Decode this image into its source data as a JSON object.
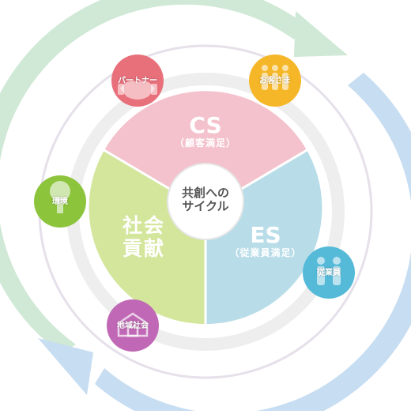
{
  "center": {
    "line1": "共創への",
    "line2": "サイクル"
  },
  "segments": {
    "cs": {
      "title": "CS",
      "subtitle": "（顧客満足）",
      "color": "#f4c2cc"
    },
    "es": {
      "title": "ES",
      "subtitle": "（従業員満足）",
      "color": "#b9dde8"
    },
    "social": {
      "line1": "社会",
      "line2": "貢献",
      "color": "#d3e69c"
    }
  },
  "nodes": {
    "partner": {
      "label": "パートナー",
      "color": "#e8707b",
      "icon": "handshake-icon"
    },
    "customers": {
      "label": "お客さま",
      "color": "#f5b728",
      "icon": "people-icon"
    },
    "employees": {
      "label": "従業員",
      "color": "#55b9d8",
      "icon": "people-icon"
    },
    "community": {
      "label": "地域社会",
      "color": "#c068b5",
      "icon": "house-icon"
    },
    "environment": {
      "label": "環境",
      "color": "#8cc43c",
      "icon": "tree-icon"
    }
  },
  "ring_colors": {
    "cycle_green": "#cfe7d8",
    "cycle_blue": "#c5dcf0",
    "inner_ring": "#ececec"
  }
}
